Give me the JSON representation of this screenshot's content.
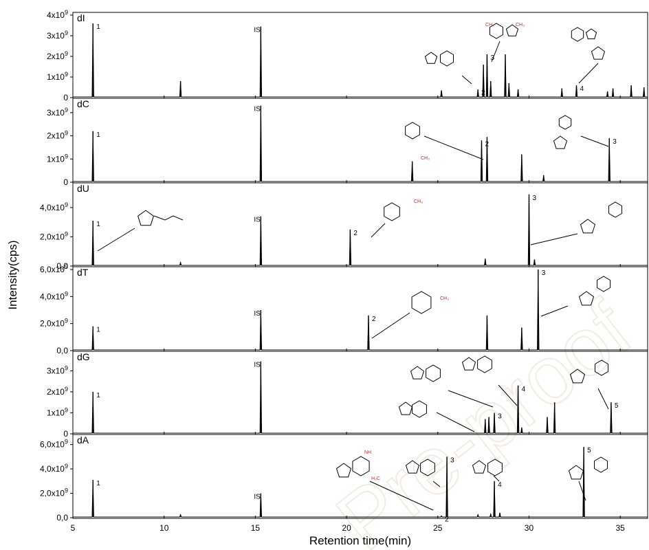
{
  "chart_data": {
    "type": "line",
    "xlabel": "Retention time(min)",
    "ylabel": "Intensity(cps)",
    "xlim": [
      5,
      36.5
    ],
    "xticks": [
      5,
      10,
      15,
      20,
      25,
      30,
      35
    ],
    "xtick_labels": [
      "5",
      "10",
      "15",
      "20",
      "25",
      "30",
      "35"
    ],
    "watermark": "Pre-proof",
    "panels": [
      {
        "label": "dI",
        "ylim": [
          0,
          4000000000.0
        ],
        "yticks": [
          0,
          1000000000.0,
          2000000000.0,
          3000000000.0,
          4000000000.0
        ],
        "ytick_labels": [
          {
            "base": "0",
            "exp": ""
          },
          {
            "base": "1x10",
            "exp": "9"
          },
          {
            "base": "2x10",
            "exp": "9"
          },
          {
            "base": "3x10",
            "exp": "9"
          },
          {
            "base": "4x10",
            "exp": "9"
          }
        ],
        "peaks": [
          {
            "x": 6.1,
            "y": 3600000000.0,
            "label": "1"
          },
          {
            "x": 10.9,
            "y": 800000000.0,
            "label": ""
          },
          {
            "x": 15.3,
            "y": 3450000000.0,
            "label": "IS"
          },
          {
            "x": 25.2,
            "y": 350000000.0,
            "label": ""
          },
          {
            "x": 27.2,
            "y": 400000000.0,
            "label": "2"
          },
          {
            "x": 27.5,
            "y": 1600000000.0,
            "label": ""
          },
          {
            "x": 27.7,
            "y": 2100000000.0,
            "label": "3"
          },
          {
            "x": 27.9,
            "y": 800000000.0,
            "label": ""
          },
          {
            "x": 28.7,
            "y": 2100000000.0,
            "label": ""
          },
          {
            "x": 28.9,
            "y": 700000000.0,
            "label": ""
          },
          {
            "x": 29.4,
            "y": 400000000.0,
            "label": ""
          },
          {
            "x": 31.8,
            "y": 450000000.0,
            "label": ""
          },
          {
            "x": 32.6,
            "y": 600000000.0,
            "label": "4"
          },
          {
            "x": 34.3,
            "y": 300000000.0,
            "label": ""
          },
          {
            "x": 34.6,
            "y": 450000000.0,
            "label": ""
          },
          {
            "x": 35.6,
            "y": 600000000.0,
            "label": ""
          },
          {
            "x": 36.3,
            "y": 500000000.0,
            "label": ""
          }
        ]
      },
      {
        "label": "dC",
        "ylim": [
          0,
          3500000000.0
        ],
        "yticks": [
          0,
          1000000000.0,
          2000000000.0,
          3000000000.0
        ],
        "ytick_labels": [
          {
            "base": "0",
            "exp": ""
          },
          {
            "base": "1x10",
            "exp": "9"
          },
          {
            "base": "2x10",
            "exp": "9"
          },
          {
            "base": "3x10",
            "exp": "9"
          }
        ],
        "peaks": [
          {
            "x": 6.1,
            "y": 2200000000.0,
            "label": "1"
          },
          {
            "x": 15.3,
            "y": 3300000000.0,
            "label": "IS"
          },
          {
            "x": 23.6,
            "y": 900000000.0,
            "label": ""
          },
          {
            "x": 27.4,
            "y": 1800000000.0,
            "label": "2"
          },
          {
            "x": 27.7,
            "y": 1950000000.0,
            "label": ""
          },
          {
            "x": 29.6,
            "y": 1200000000.0,
            "label": ""
          },
          {
            "x": 30.8,
            "y": 300000000.0,
            "label": ""
          },
          {
            "x": 34.4,
            "y": 1900000000.0,
            "label": "3"
          }
        ]
      },
      {
        "label": "dU",
        "ylim": [
          0,
          5500000000.0
        ],
        "yticks": [
          0,
          2000000000.0,
          4000000000.0
        ],
        "ytick_labels": [
          {
            "base": "0,0",
            "exp": ""
          },
          {
            "base": "2,0x10",
            "exp": "9"
          },
          {
            "base": "4,0x10",
            "exp": "9"
          }
        ],
        "peaks": [
          {
            "x": 6.1,
            "y": 3100000000.0,
            "label": "1"
          },
          {
            "x": 10.9,
            "y": 250000000.0,
            "label": ""
          },
          {
            "x": 15.3,
            "y": 3400000000.0,
            "label": "IS"
          },
          {
            "x": 20.2,
            "y": 2500000000.0,
            "label": "2"
          },
          {
            "x": 27.6,
            "y": 500000000.0,
            "label": ""
          },
          {
            "x": 30.0,
            "y": 4900000000.0,
            "label": "3"
          },
          {
            "x": 30.3,
            "y": 450000000.0,
            "label": ""
          }
        ]
      },
      {
        "label": "dT",
        "ylim": [
          0,
          6000000000.0
        ],
        "yticks": [
          0,
          2000000000.0,
          4000000000.0,
          6000000000.0
        ],
        "ytick_labels": [
          {
            "base": "0,0",
            "exp": ""
          },
          {
            "base": "2,0x10",
            "exp": "9"
          },
          {
            "base": "4,0x10",
            "exp": "9"
          },
          {
            "base": "6,0x10",
            "exp": "9"
          }
        ],
        "peaks": [
          {
            "x": 6.1,
            "y": 1800000000.0,
            "label": "1"
          },
          {
            "x": 15.3,
            "y": 3000000000.0,
            "label": "IS"
          },
          {
            "x": 21.2,
            "y": 2600000000.0,
            "label": "2"
          },
          {
            "x": 27.7,
            "y": 2600000000.0,
            "label": ""
          },
          {
            "x": 29.6,
            "y": 1700000000.0,
            "label": ""
          },
          {
            "x": 30.5,
            "y": 6000000000.0,
            "label": "3"
          }
        ]
      },
      {
        "label": "dG",
        "ylim": [
          0,
          3800000000.0
        ],
        "yticks": [
          0,
          1000000000.0,
          2000000000.0,
          3000000000.0
        ],
        "ytick_labels": [
          {
            "base": "0",
            "exp": ""
          },
          {
            "base": "1x10",
            "exp": "9"
          },
          {
            "base": "2x10",
            "exp": "9"
          },
          {
            "base": "3x10",
            "exp": "9"
          }
        ],
        "peaks": [
          {
            "x": 6.1,
            "y": 2000000000.0,
            "label": "1"
          },
          {
            "x": 15.3,
            "y": 3450000000.0,
            "label": "IS"
          },
          {
            "x": 27.6,
            "y": 700000000.0,
            "label": ""
          },
          {
            "x": 27.8,
            "y": 800000000.0,
            "label": ""
          },
          {
            "x": 28.1,
            "y": 1000000000.0,
            "label": "3"
          },
          {
            "x": 29.4,
            "y": 2300000000.0,
            "label": "4"
          },
          {
            "x": 29.6,
            "y": 300000000.0,
            "label": ""
          },
          {
            "x": 31.0,
            "y": 800000000.0,
            "label": ""
          },
          {
            "x": 31.4,
            "y": 1500000000.0,
            "label": ""
          },
          {
            "x": 34.5,
            "y": 1500000000.0,
            "label": "5"
          }
        ]
      },
      {
        "label": "dA",
        "ylim": [
          0,
          6600000000.0
        ],
        "yticks": [
          0,
          2000000000.0,
          4000000000.0,
          6000000000.0
        ],
        "ytick_labels": [
          {
            "base": "0,0",
            "exp": ""
          },
          {
            "base": "2,0x10",
            "exp": "9"
          },
          {
            "base": "4,0x10",
            "exp": "9"
          },
          {
            "base": "6,0x10",
            "exp": "9"
          }
        ],
        "peaks": [
          {
            "x": 6.1,
            "y": 3100000000.0,
            "label": "1"
          },
          {
            "x": 10.9,
            "y": 250000000.0,
            "label": ""
          },
          {
            "x": 15.3,
            "y": 2000000000.0,
            "label": "IS"
          },
          {
            "x": 25.2,
            "y": 150000000.0,
            "label": "2"
          },
          {
            "x": 25.5,
            "y": 5000000000.0,
            "label": "3"
          },
          {
            "x": 27.2,
            "y": 250000000.0,
            "label": ""
          },
          {
            "x": 27.9,
            "y": 300000000.0,
            "label": ""
          },
          {
            "x": 28.1,
            "y": 3000000000.0,
            "label": "4"
          },
          {
            "x": 28.4,
            "y": 400000000.0,
            "label": ""
          },
          {
            "x": 33.0,
            "y": 5800000000.0,
            "label": "5"
          }
        ]
      }
    ]
  }
}
